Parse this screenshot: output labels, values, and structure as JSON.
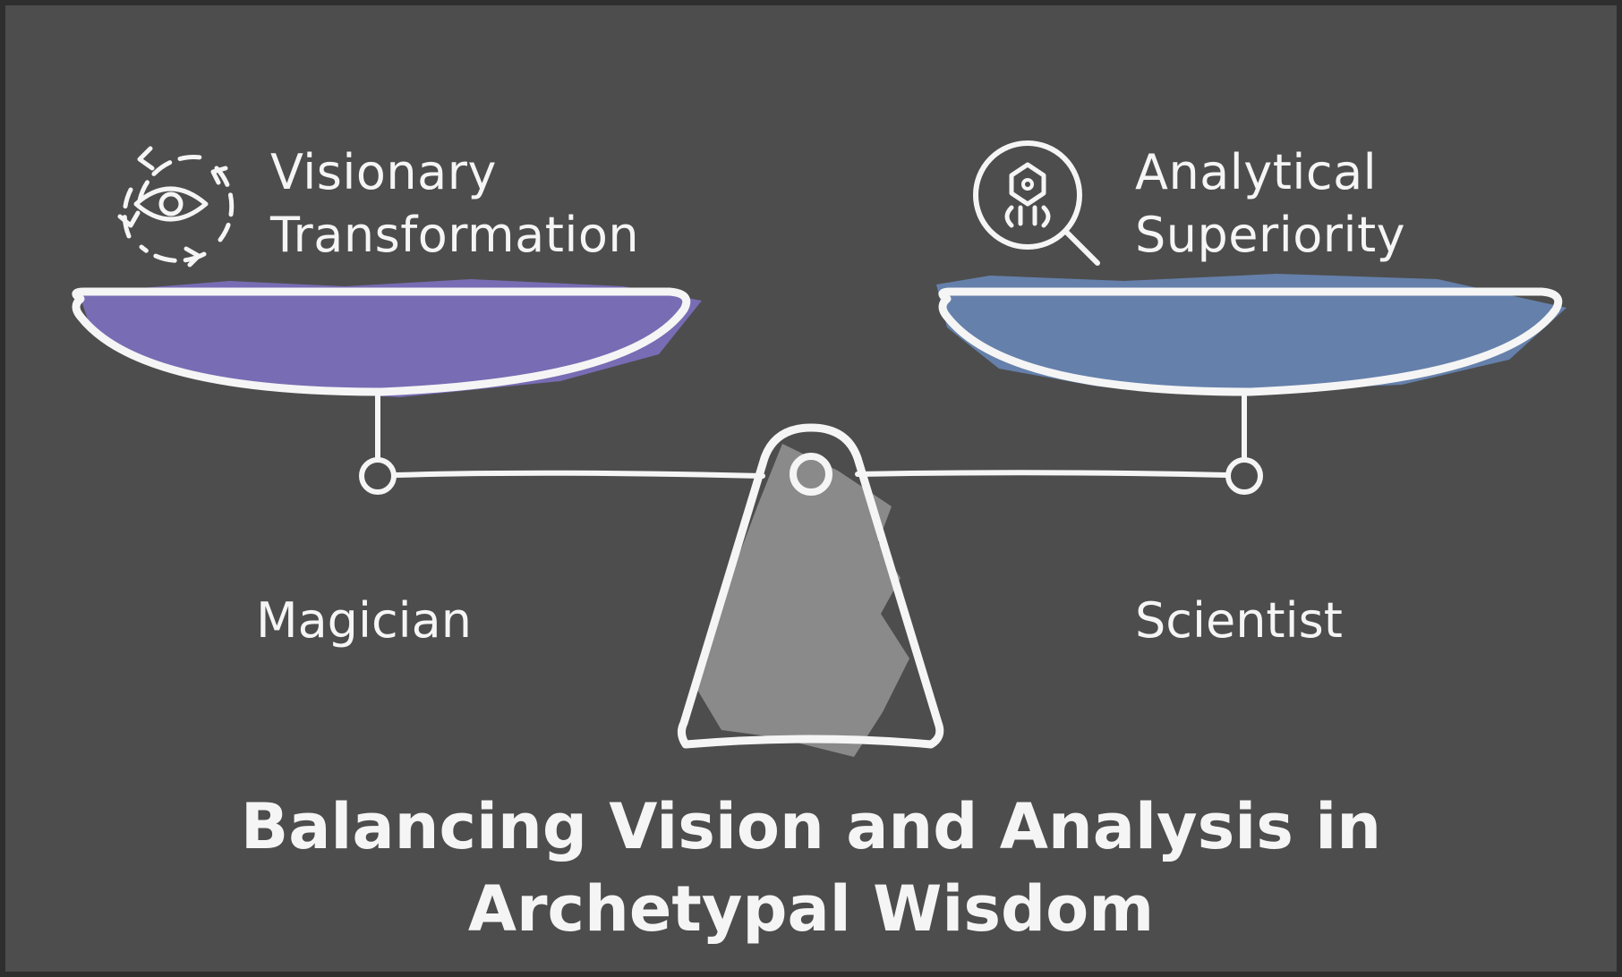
{
  "title": {
    "line1": "Balancing Vision and Analysis in",
    "line2": "Archetypal Wisdom"
  },
  "left_pan": {
    "heading_line1": "Visionary",
    "heading_line2": "Transformation",
    "label": "Magician",
    "icon": "eye-with-cycle-arrows-icon",
    "color": "#786cb4"
  },
  "right_pan": {
    "heading_line1": "Analytical",
    "heading_line2": "Superiority",
    "label": "Scientist",
    "icon": "magnifier-with-robot-icon",
    "color": "#6580ab"
  },
  "colors": {
    "background": "#4d4d4d",
    "stroke": "#f5f5f5",
    "fulcrum": "#8a8a8a"
  }
}
